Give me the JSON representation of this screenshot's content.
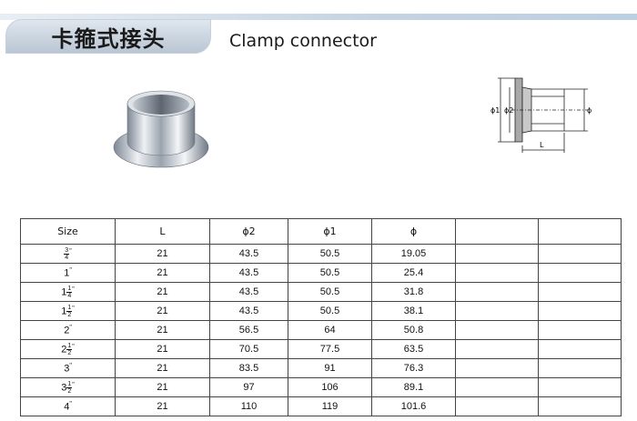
{
  "header": {
    "title_cn": "卡箍式接头",
    "title_en": "Clamp connector"
  },
  "drawing": {
    "label_phi1": "ϕ1",
    "label_phi2": "ϕ2",
    "label_phi": "ϕ",
    "label_L": "L"
  },
  "table": {
    "columns": [
      "Size",
      "L",
      "ϕ2",
      "ϕ1",
      "ϕ",
      "",
      ""
    ],
    "rows": [
      {
        "size_whole": "",
        "size_num": "3",
        "size_den": "4",
        "L": "21",
        "phi2": "43.5",
        "phi1": "50.5",
        "phi": "19.05"
      },
      {
        "size_whole": "1",
        "size_num": "",
        "size_den": "",
        "L": "21",
        "phi2": "43.5",
        "phi1": "50.5",
        "phi": "25.4"
      },
      {
        "size_whole": "1",
        "size_num": "1",
        "size_den": "4",
        "L": "21",
        "phi2": "43.5",
        "phi1": "50.5",
        "phi": "31.8"
      },
      {
        "size_whole": "1",
        "size_num": "1",
        "size_den": "2",
        "L": "21",
        "phi2": "43.5",
        "phi1": "50.5",
        "phi": "38.1"
      },
      {
        "size_whole": "2",
        "size_num": "",
        "size_den": "",
        "L": "21",
        "phi2": "56.5",
        "phi1": "64",
        "phi": "50.8"
      },
      {
        "size_whole": "2",
        "size_num": "1",
        "size_den": "2",
        "L": "21",
        "phi2": "70.5",
        "phi1": "77.5",
        "phi": "63.5"
      },
      {
        "size_whole": "3",
        "size_num": "",
        "size_den": "",
        "L": "21",
        "phi2": "83.5",
        "phi1": "91",
        "phi": "76.3"
      },
      {
        "size_whole": "3",
        "size_num": "1",
        "size_den": "2",
        "L": "21",
        "phi2": "97",
        "phi1": "106",
        "phi": "89.1"
      },
      {
        "size_whole": "4",
        "size_num": "",
        "size_den": "",
        "L": "21",
        "phi2": "110",
        "phi1": "119",
        "phi": "101.6"
      }
    ],
    "inch_mark": "\""
  }
}
